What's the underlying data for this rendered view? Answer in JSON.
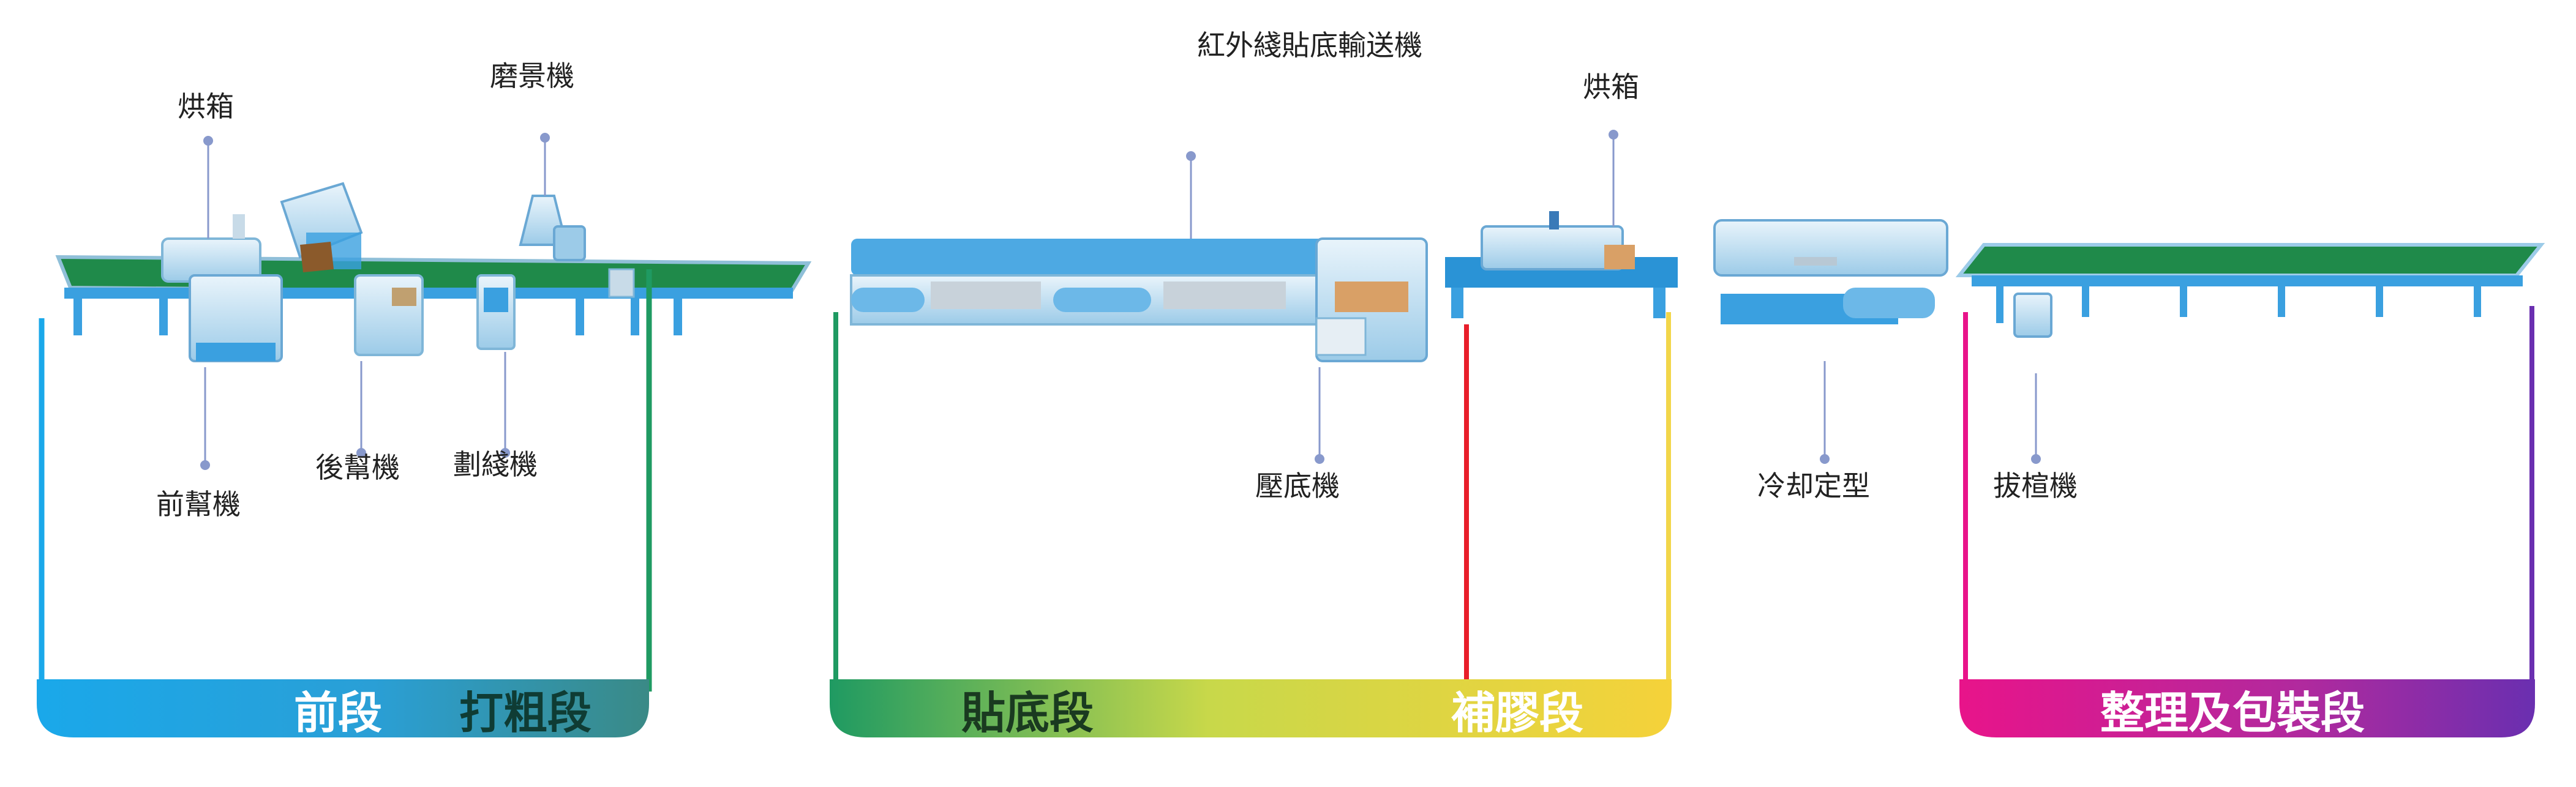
{
  "diagram": {
    "top_label": "紅外綫貼底輸送機",
    "stations": {
      "oven_1": "烘箱",
      "sanding_machine": "磨景機",
      "front_lasting": "前幫機",
      "back_lasting": "後幫機",
      "line_marking": "劃綫機",
      "sole_press": "壓底機",
      "oven_2": "烘箱",
      "cooling_setting": "冷却定型",
      "last_removal": "拔楦機"
    },
    "sections": {
      "front": "前段",
      "roughing": "打粗段",
      "sole_attach": "貼底段",
      "glue_touchup": "補膠段",
      "finishing_packing": "整理及包裝段"
    }
  },
  "colors": {
    "conveyor_green": "#1f8a4a",
    "machine_blue": "#3aa0e0",
    "front_section": "#1aa3e6",
    "roughing_section": "#2f9a78",
    "sole_section_start": "#1f9a62",
    "sole_section_end": "#f2d64a",
    "glue_line": "#e81e2a",
    "packing_start": "#e8148a",
    "packing_end": "#6a2fb0"
  }
}
